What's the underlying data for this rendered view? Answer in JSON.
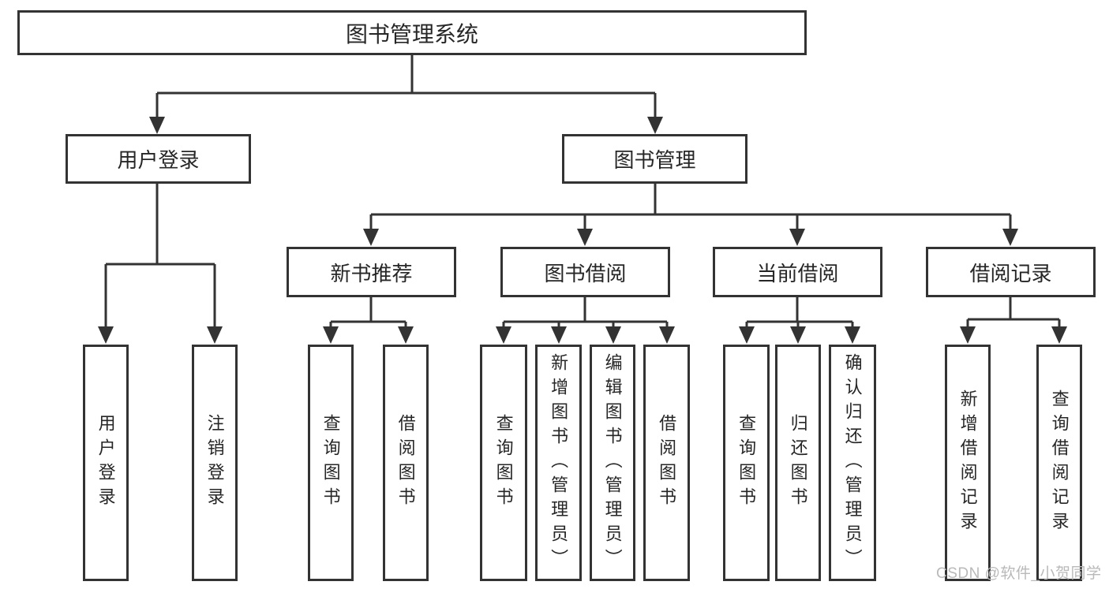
{
  "diagram": {
    "root": {
      "label": "图书管理系统"
    },
    "level2": [
      {
        "label": "用户登录"
      },
      {
        "label": "图书管理"
      }
    ],
    "level3": [
      {
        "label": "新书推荐"
      },
      {
        "label": "图书借阅"
      },
      {
        "label": "当前借阅"
      },
      {
        "label": "借阅记录"
      }
    ],
    "leaves": [
      {
        "label": "用户登录",
        "parent": "用户登录"
      },
      {
        "label": "注销登录",
        "parent": "用户登录"
      },
      {
        "label": "查询图书",
        "parent": "新书推荐"
      },
      {
        "label": "借阅图书",
        "parent": "新书推荐"
      },
      {
        "label": "查询图书",
        "parent": "图书借阅"
      },
      {
        "label": "新增图书（管理员）",
        "parent": "图书借阅"
      },
      {
        "label": "编辑图书（管理员）",
        "parent": "图书借阅"
      },
      {
        "label": "借阅图书",
        "parent": "图书借阅"
      },
      {
        "label": "查询图书",
        "parent": "当前借阅"
      },
      {
        "label": "归还图书",
        "parent": "当前借阅"
      },
      {
        "label": "确认归还（管理员）",
        "parent": "当前借阅"
      },
      {
        "label": "新增借阅记录",
        "parent": "借阅记录"
      },
      {
        "label": "查询借阅记录",
        "parent": "借阅记录"
      }
    ],
    "watermark": "CSDN @软件_小贺同学",
    "colors": {
      "line": "#333333",
      "text": "#262626",
      "background": "#ffffff",
      "watermark": "#b9b9b9"
    }
  }
}
